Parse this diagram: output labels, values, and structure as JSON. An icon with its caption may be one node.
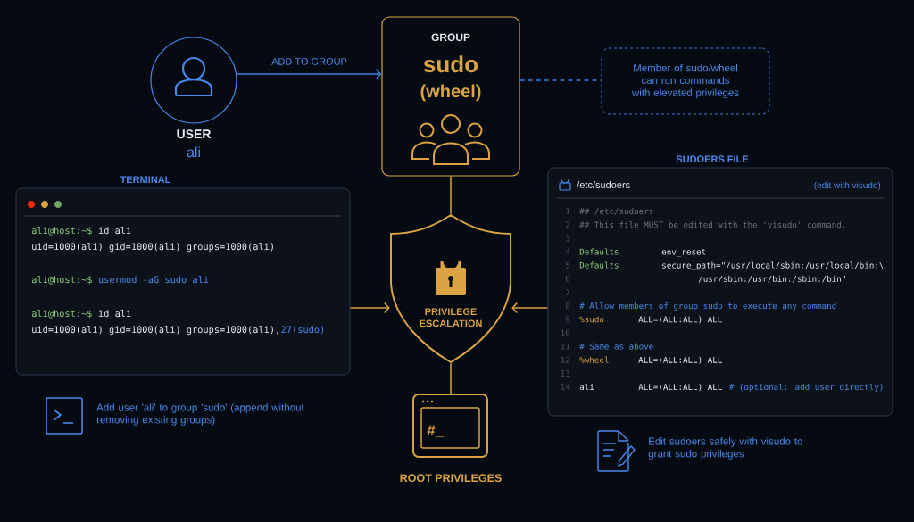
{
  "diagram": {
    "nodes": [
      {
        "text": [
          "USER",
          "ali"
        ]
      },
      {
        "text": [
          "GROUP",
          "sudo",
          "(wheel)"
        ]
      },
      {
        "text": [
          "Member of sudo/wheel can run commands with elevated privileges"
        ]
      },
      {
        "text": [
          "TERMINAL",
          "ali@host:~$",
          "id ali",
          "uid=1000(ali) gid=1000(ali) groups=1000(ali)",
          "ali@host:~$",
          "usermod -aG sudo ali",
          "ali@host:~$",
          "id ali",
          "uid=1000(ali) gid=1000(ali) groups=1000(ali),",
          "27(sudo)"
        ]
      },
      {
        "text": [
          "PRIVILEGE ESCALATION"
        ]
      },
      {
        "text": [
          "SUDOERS FILE",
          "/etc/sudoers",
          "(edit with visudo)",
          "1",
          "## /etc/sudoers",
          "2",
          "## This file MUST be edited with the 'visudo' command.",
          "3",
          "4",
          "Defaults",
          "env_reset",
          "5",
          "Defaults",
          "secure_path=\"/usr/local/sbin:/usr/local/bin:\\",
          "6",
          "/usr/sbin:/usr/bin:/sbin:/bin\"",
          "7",
          "8",
          "# Allow members of group sudo to execute any command",
          "9",
          "%sudo",
          "ALL=(ALL:ALL) ALL",
          "10",
          "11",
          "# Same as above",
          "12",
          "%wheel",
          "ALL=(ALL:ALL) ALL",
          "13",
          "14",
          "ali",
          "ALL=(ALL:ALL) ALL",
          "# (optional: add user directly)"
        ]
      },
      {
        "text": [
          "#_",
          "ROOT PRIVILEGES"
        ]
      }
    ],
    "edges": [
      {
        "from": 0,
        "to": 1,
        "arrow": "to",
        "label": "ADD TO GROUP",
        "color": "#3d7ee0"
      },
      {
        "from": 1,
        "to": 2,
        "arrow": "none",
        "style": "dashed",
        "color": "#3d7ee0"
      },
      {
        "from": 1,
        "to": 4,
        "arrow": "none"
      },
      {
        "from": 3,
        "to": 4,
        "arrow": "to"
      },
      {
        "from": 5,
        "to": 4,
        "arrow": "to"
      },
      {
        "from": 4,
        "to": 6,
        "arrow": "none"
      }
    ],
    "labels": [
      "Add user 'ali' to group 'sudo' (append without removing existing groups)",
      "Edit sudoers safely with visudo to grant sudo privileges"
    ]
  }
}
